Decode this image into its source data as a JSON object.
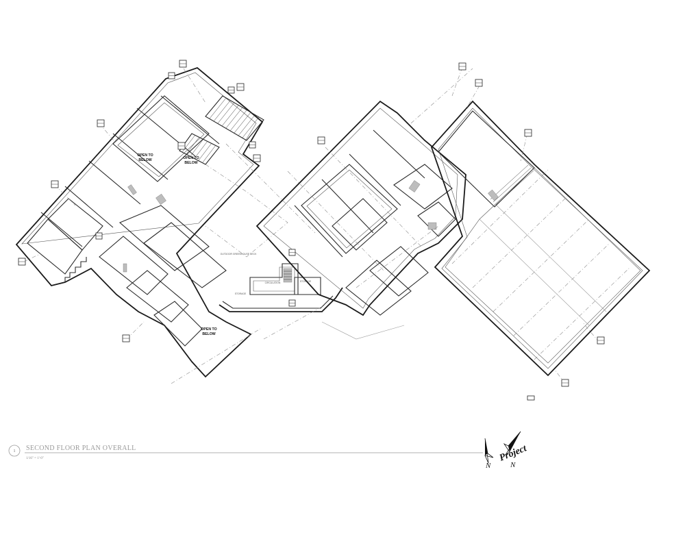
{
  "drawing": {
    "title_number": "1",
    "title": "SECOND FLOOR PLAN OVERALL",
    "scale": "1/16\" = 1'-0\""
  },
  "open_to_below": [
    {
      "line1": "OPEN TO",
      "line2": "BELOW"
    },
    {
      "line1": "OPEN TO",
      "line2": "BELOW"
    },
    {
      "line1": "OPEN TO",
      "line2": "BELOW"
    }
  ],
  "rooms": {
    "outdoor_deck": "OUTDOOR GREENHOUSE DECK",
    "storage_1": "STORAGE",
    "storage_2": "STORAGE",
    "circulation": "CIRCULATION"
  },
  "north_arrows": {
    "true_north": "N",
    "project_label": "Project",
    "project_north": "N"
  }
}
